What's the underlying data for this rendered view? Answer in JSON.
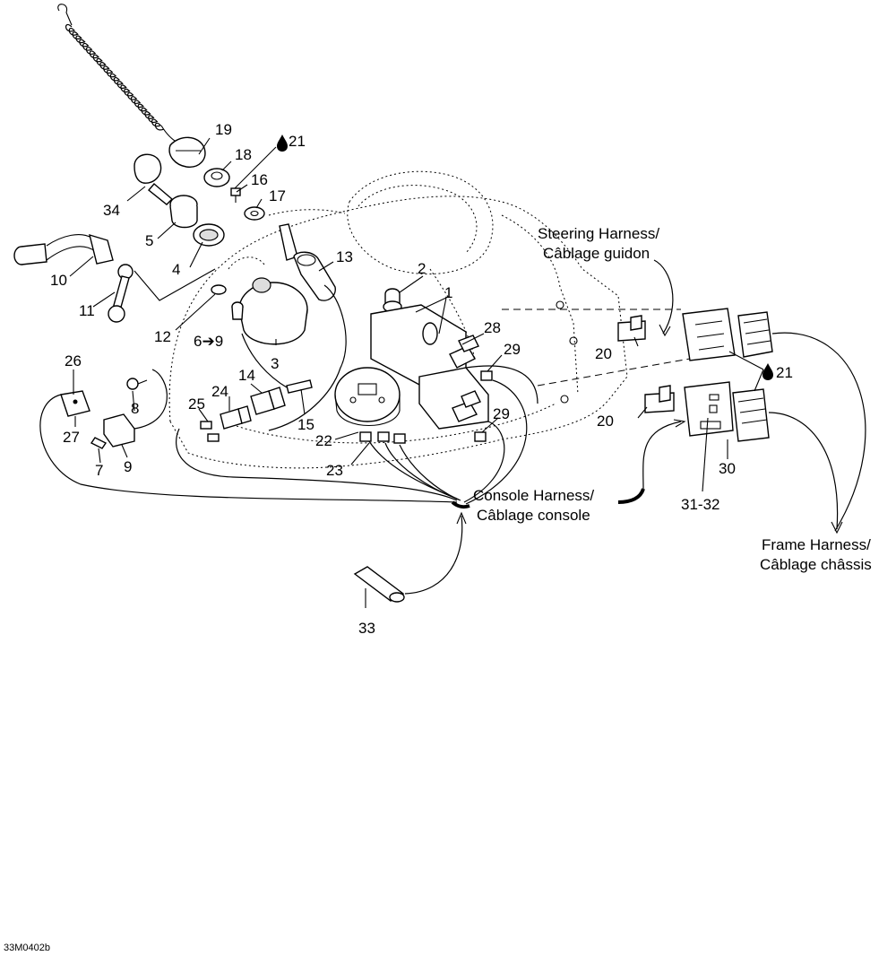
{
  "callouts": [
    {
      "id": "c1",
      "text": "1"
    },
    {
      "id": "c2",
      "text": "2"
    },
    {
      "id": "c3",
      "text": "3"
    },
    {
      "id": "c4",
      "text": "4"
    },
    {
      "id": "c5",
      "text": "5"
    },
    {
      "id": "c6",
      "text": "6➔9"
    },
    {
      "id": "c7",
      "text": "7"
    },
    {
      "id": "c8",
      "text": "8"
    },
    {
      "id": "c9",
      "text": "9"
    },
    {
      "id": "c10",
      "text": "10"
    },
    {
      "id": "c11",
      "text": "11"
    },
    {
      "id": "c12",
      "text": "12"
    },
    {
      "id": "c13",
      "text": "13"
    },
    {
      "id": "c14",
      "text": "14"
    },
    {
      "id": "c15",
      "text": "15"
    },
    {
      "id": "c16",
      "text": "16"
    },
    {
      "id": "c17",
      "text": "17"
    },
    {
      "id": "c18",
      "text": "18"
    },
    {
      "id": "c19",
      "text": "19"
    },
    {
      "id": "c20a",
      "text": "20"
    },
    {
      "id": "c20b",
      "text": "20"
    },
    {
      "id": "c21a",
      "text": "21"
    },
    {
      "id": "c21b",
      "text": "21"
    },
    {
      "id": "c22",
      "text": "22"
    },
    {
      "id": "c23",
      "text": "23"
    },
    {
      "id": "c24",
      "text": "24"
    },
    {
      "id": "c25",
      "text": "25"
    },
    {
      "id": "c26",
      "text": "26"
    },
    {
      "id": "c27",
      "text": "27"
    },
    {
      "id": "c28",
      "text": "28"
    },
    {
      "id": "c29a",
      "text": "29"
    },
    {
      "id": "c29b",
      "text": "29"
    },
    {
      "id": "c30",
      "text": "30"
    },
    {
      "id": "c31",
      "text": "31-32"
    },
    {
      "id": "c33",
      "text": "33"
    },
    {
      "id": "c34",
      "text": "34"
    }
  ],
  "harness_labels": {
    "steering_line1": "Steering Harness/",
    "steering_line2": "Câblage guidon",
    "console_line1": "Console Harness/",
    "console_line2": "Câblage console",
    "frame_line1": "Frame Harness/",
    "frame_line2": "Câblage châssis"
  },
  "figure_id": "33M0402b",
  "icons": {
    "sealant": "sealant-drop-icon",
    "arrow": "arrow-right-icon"
  }
}
